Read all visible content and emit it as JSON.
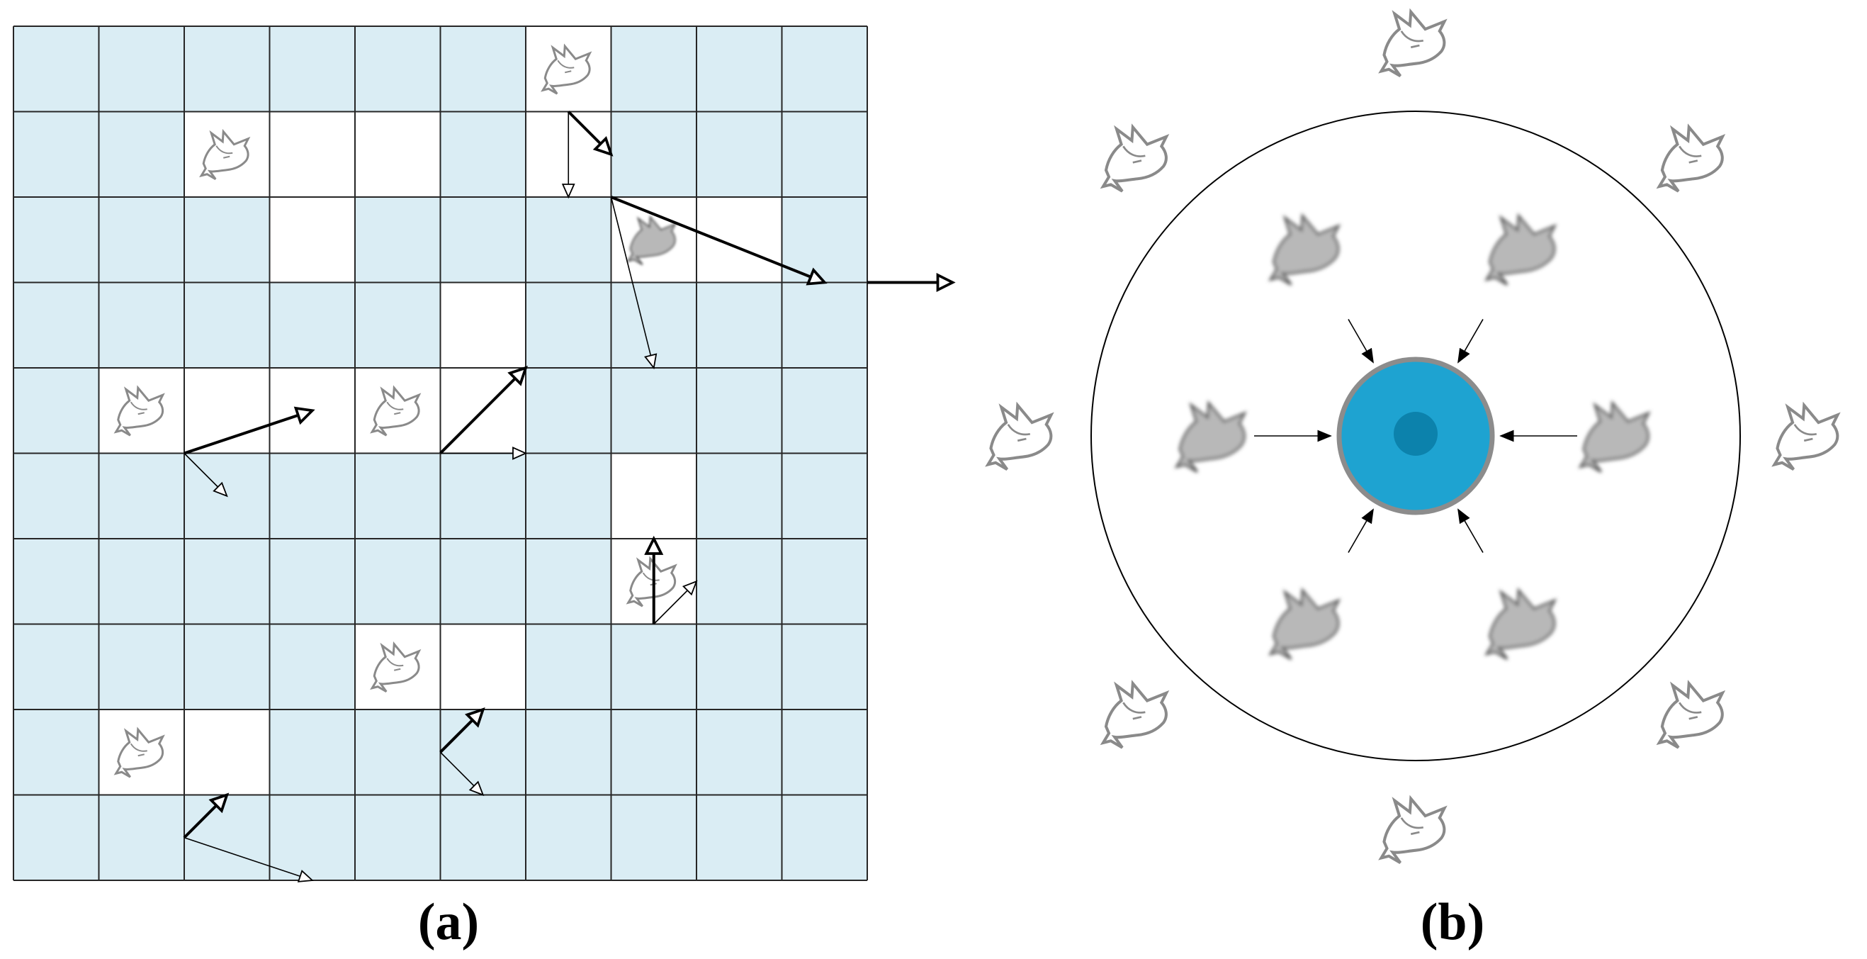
{
  "figure": {
    "panel_a": {
      "caption": "(a)",
      "grid_rows": 10,
      "grid_cols": 10,
      "cell_fill": "#daedf4",
      "highlight_fill": "#ffffff",
      "line_color": "#262626",
      "white_cells": [
        [
          0,
          6
        ],
        [
          1,
          2
        ],
        [
          1,
          3
        ],
        [
          1,
          4
        ],
        [
          1,
          6
        ],
        [
          2,
          3
        ],
        [
          2,
          7
        ],
        [
          2,
          8
        ],
        [
          3,
          5
        ],
        [
          4,
          1
        ],
        [
          4,
          2
        ],
        [
          4,
          3
        ],
        [
          4,
          4
        ],
        [
          4,
          5
        ],
        [
          5,
          7
        ],
        [
          6,
          7
        ],
        [
          7,
          4
        ],
        [
          7,
          5
        ],
        [
          8,
          1
        ],
        [
          8,
          2
        ]
      ],
      "birds": [
        {
          "row": 0,
          "col": 6,
          "shade": "outline"
        },
        {
          "row": 1,
          "col": 2,
          "shade": "outline"
        },
        {
          "row": 2,
          "col": 7,
          "shade": "gray"
        },
        {
          "row": 4,
          "col": 1,
          "shade": "outline"
        },
        {
          "row": 4,
          "col": 4,
          "shade": "outline"
        },
        {
          "row": 6,
          "col": 7,
          "shade": "outline"
        },
        {
          "row": 7,
          "col": 4,
          "shade": "outline"
        },
        {
          "row": 8,
          "col": 1,
          "shade": "outline"
        }
      ],
      "velocity_arrows": [
        {
          "from": [
            7,
            2
          ],
          "to": [
            9.5,
            3
          ],
          "weight": "bold"
        },
        {
          "from": [
            7,
            2
          ],
          "to": [
            7.5,
            4
          ],
          "weight": "thin"
        },
        {
          "from": [
            6.5,
            1
          ],
          "to": [
            7,
            1.5
          ],
          "weight": "bold"
        },
        {
          "from": [
            6.5,
            1
          ],
          "to": [
            6.5,
            2
          ],
          "weight": "thin"
        },
        {
          "from": [
            10,
            3
          ],
          "to": [
            11,
            3
          ],
          "weight": "bold"
        },
        {
          "from": [
            2,
            5
          ],
          "to": [
            3.5,
            4.5
          ],
          "weight": "bold"
        },
        {
          "from": [
            2,
            5
          ],
          "to": [
            2.5,
            5.5
          ],
          "weight": "thin"
        },
        {
          "from": [
            5,
            5
          ],
          "to": [
            6,
            4
          ],
          "weight": "bold"
        },
        {
          "from": [
            5,
            5
          ],
          "to": [
            6,
            5
          ],
          "weight": "thin"
        },
        {
          "from": [
            7.5,
            7
          ],
          "to": [
            7.5,
            6
          ],
          "weight": "bold"
        },
        {
          "from": [
            7.5,
            7
          ],
          "to": [
            8,
            6.5
          ],
          "weight": "thin"
        },
        {
          "from": [
            5,
            8.5
          ],
          "to": [
            5.5,
            8
          ],
          "weight": "bold"
        },
        {
          "from": [
            5,
            8.5
          ],
          "to": [
            5.5,
            9
          ],
          "weight": "thin"
        },
        {
          "from": [
            2,
            9.5
          ],
          "to": [
            2.5,
            9
          ],
          "weight": "bold"
        },
        {
          "from": [
            2,
            9.5
          ],
          "to": [
            3.5,
            10
          ],
          "weight": "thin"
        }
      ]
    },
    "panel_b": {
      "caption": "(b)",
      "target_fill": "#1ea3d1",
      "target_core_fill": "#0c82ac",
      "target_ring": "#8c8c8c",
      "gray_bird_fill": "#b8b8b8",
      "inner_bird_angles_deg": [
        0,
        60,
        120,
        180,
        240,
        300
      ],
      "outer_bird_angles_deg": [
        0,
        45,
        90,
        135,
        180,
        225,
        270,
        315
      ]
    }
  }
}
